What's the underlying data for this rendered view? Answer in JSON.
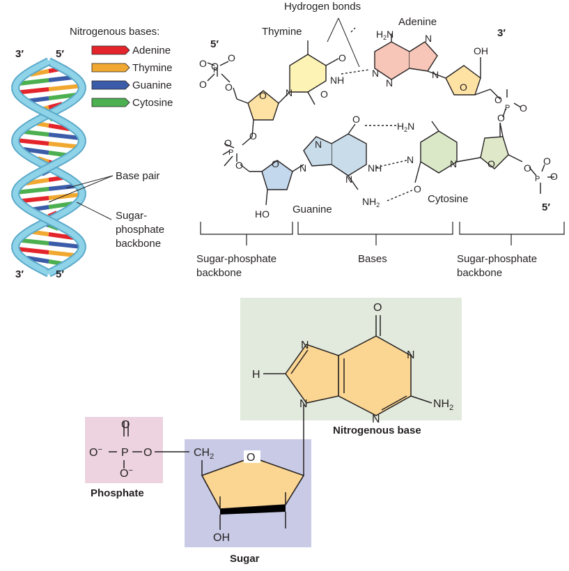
{
  "legend": {
    "title": "Nitrogenous bases:",
    "items": [
      {
        "name": "Adenine",
        "color": "#e3242b"
      },
      {
        "name": "Thymine",
        "color": "#f0a830"
      },
      {
        "name": "Guanine",
        "color": "#3b5ca8"
      },
      {
        "name": "Cytosine",
        "color": "#4caf50"
      }
    ]
  },
  "helix": {
    "top_left": "3′",
    "top_right": "5′",
    "bottom_left": "3′",
    "bottom_right": "5′",
    "base_pair_label": "Base pair",
    "backbone_label_lines": [
      "Sugar-",
      "phosphate",
      "backbone"
    ],
    "strand_color": "#8fd3e8"
  },
  "structure": {
    "hydrogen_bonds": "Hydrogen bonds",
    "thymine": "Thymine",
    "adenine": "Adenine",
    "guanine": "Guanine",
    "cytosine": "Cytosine",
    "five_prime_top": "5′",
    "three_prime_top": "3′",
    "five_prime_bottom": "5′",
    "bracket_left_lines": [
      "Sugar-phosphate",
      "backbone"
    ],
    "bracket_middle": "Bases",
    "bracket_right_lines": [
      "Sugar-phosphate",
      "backbone"
    ],
    "colors": {
      "thymine_fill": "#fdf3b5",
      "adenine_fill": "#f7c6b8",
      "guanine_fill": "#c9dcea",
      "cytosine_fill": "#dbe8c8",
      "sugar_top_fill": "#fde2a4",
      "sugar_bottom_fill": "#c3d8ec",
      "sugar_right_fill": "#dfe9c9"
    }
  },
  "nucleotide": {
    "base_label": "Nitrogenous base",
    "sugar_label": "Sugar",
    "phosphate_label": "Phosphate",
    "atoms": {
      "O_top": "O",
      "N_left": "N",
      "N_right": "N",
      "N_bottom": "N",
      "N_ring": "N",
      "H": "H",
      "NH2": "NH",
      "NH2_sub": "2",
      "P_O_top": "O",
      "P": "P",
      "P_O_left": "O",
      "P_minus_left": "−",
      "P_O_bottom": "O",
      "P_minus_bottom": "−",
      "P_O_right": "O",
      "CH2": "CH",
      "CH2_sub": "2",
      "ring_O": "O",
      "OH": "OH"
    },
    "colors": {
      "base_box": "#e2eadd",
      "sugar_box": "#c9cbe6",
      "phosphate_box": "#ecd3df",
      "ring_fill": "#fbd692"
    }
  }
}
